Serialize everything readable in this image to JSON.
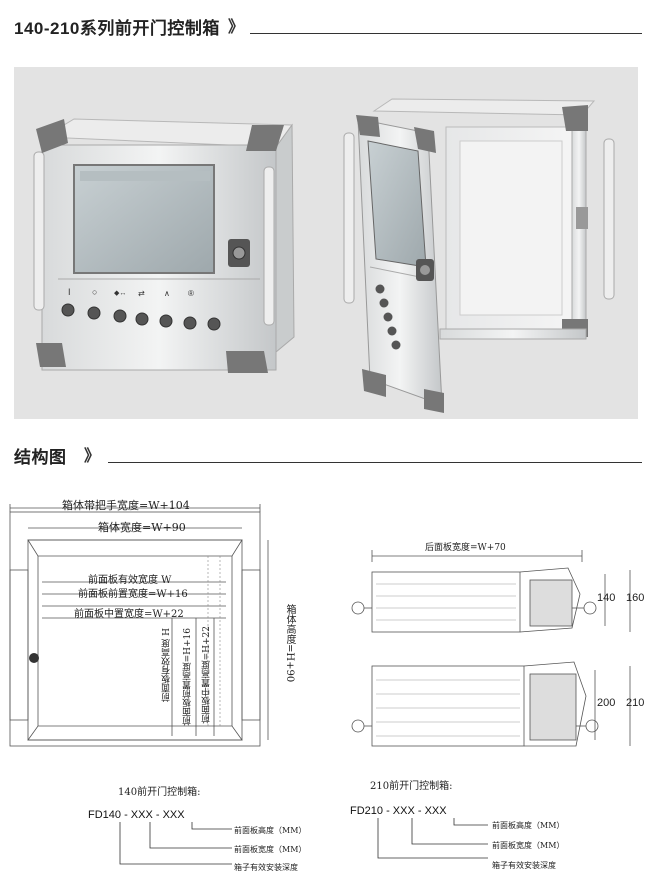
{
  "section1": {
    "title": "140-210系列前开门控制箱",
    "chevron": "》"
  },
  "section2": {
    "title": "结构图",
    "chevron": "》"
  },
  "front_panel_symbols": [
    "I",
    "○",
    "◆↔",
    "⇄",
    "∧",
    "®"
  ],
  "front_view": {
    "overall_width_handles": "箱体带把手宽度=W+104",
    "box_width": "箱体宽度=W+90",
    "panel_effective_width": "前面板有效宽度 W",
    "panel_front_width": "前面板前置宽度=W+16",
    "panel_mid_width": "前面板中置宽度=W+22",
    "panel_effective_height": "前面板有效高度 H",
    "panel_front_height": "前面板前置高度=H+16",
    "panel_mid_height": "前面板中置高度=H+22",
    "box_height": "箱体高度=H+90"
  },
  "side_view": {
    "rear_panel_width": "后面板宽度=W+70",
    "dim_140": "140",
    "dim_160": "160",
    "dim_200": "200",
    "dim_210": "210"
  },
  "model_140": {
    "caption": "140前开门控制箱:",
    "code": "FD140 - XXX - XXX",
    "legend": [
      "前面板高度（MM）",
      "前面板宽度（MM）",
      "箱子有效安装深度"
    ]
  },
  "model_210": {
    "caption": "210前开门控制箱:",
    "code": "FD210 - XXX - XXX",
    "legend": [
      "前面板高度（MM）",
      "前面板宽度（MM）",
      "箱子有效安装深度"
    ]
  }
}
